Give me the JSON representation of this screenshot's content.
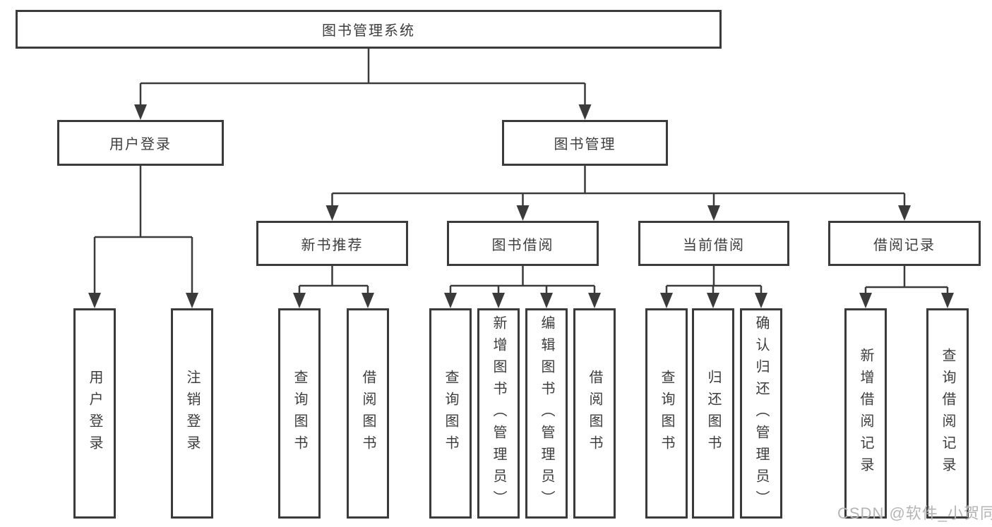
{
  "tree": {
    "root": {
      "label": "图书管理系统",
      "children": [
        {
          "label": "用户登录",
          "children": [
            {
              "label": "用户登录"
            },
            {
              "label": "注销登录"
            }
          ]
        },
        {
          "label": "图书管理",
          "children": [
            {
              "label": "新书推荐",
              "children": [
                {
                  "label": "查询图书"
                },
                {
                  "label": "借阅图书"
                }
              ]
            },
            {
              "label": "图书借阅",
              "children": [
                {
                  "label": "查询图书"
                },
                {
                  "label": "新增图书（管理员）"
                },
                {
                  "label": "编辑图书（管理员）"
                },
                {
                  "label": "借阅图书"
                }
              ]
            },
            {
              "label": "当前借阅",
              "children": [
                {
                  "label": "查询图书"
                },
                {
                  "label": "归还图书"
                },
                {
                  "label": "确认归还（管理员）"
                }
              ]
            },
            {
              "label": "借阅记录",
              "children": [
                {
                  "label": "新增借阅记录"
                },
                {
                  "label": "查询借阅记录"
                }
              ]
            }
          ]
        }
      ]
    }
  },
  "watermark": {
    "text": "CSDN @软件_小贺同学"
  },
  "colors": {
    "line": "#3b3b3b",
    "text": "#3d3d3d",
    "background": "#ffffff",
    "watermark": "#b5b5b5"
  }
}
